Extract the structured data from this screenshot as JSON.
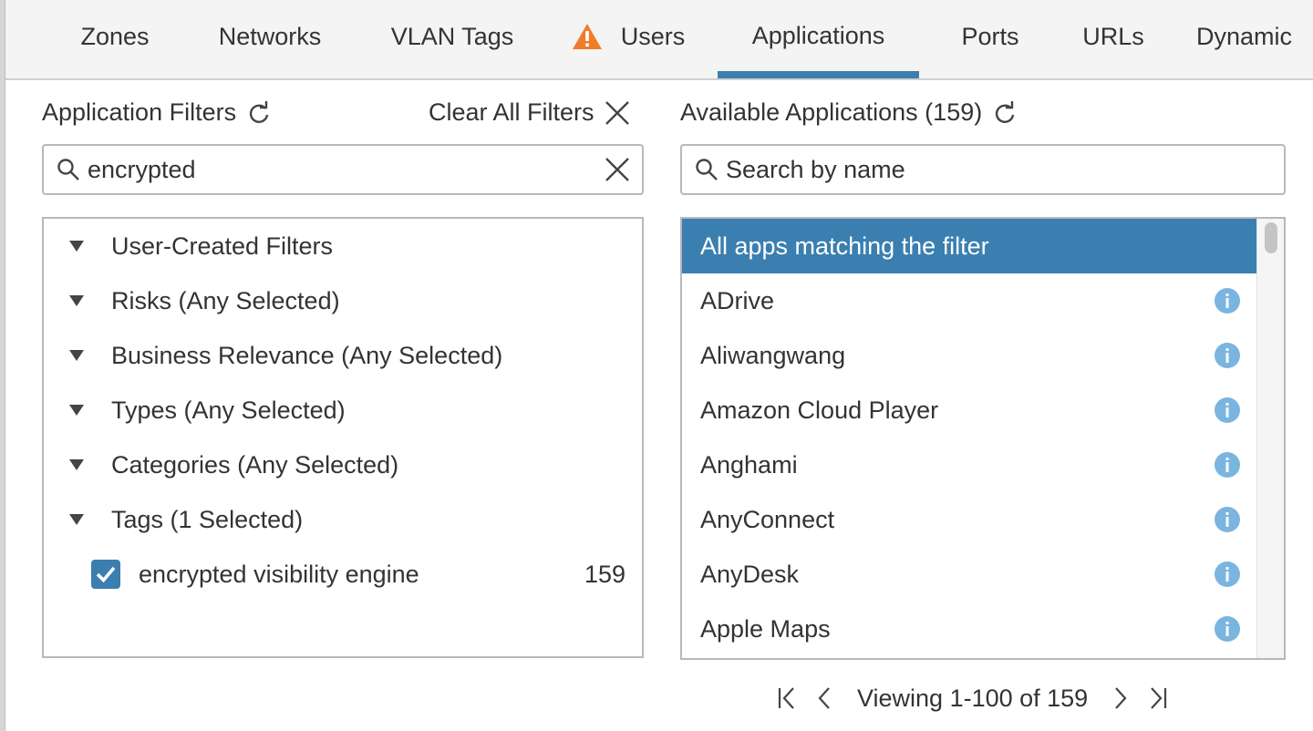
{
  "tabs": [
    {
      "label": "Zones"
    },
    {
      "label": "Networks"
    },
    {
      "label": "VLAN Tags"
    },
    {
      "label": "Users",
      "icon": "warning-icon"
    },
    {
      "label": "Applications",
      "active": true
    },
    {
      "label": "Ports"
    },
    {
      "label": "URLs"
    },
    {
      "label": "Dynamic"
    }
  ],
  "filters": {
    "title": "Application Filters",
    "clear_all_label": "Clear All Filters",
    "search_value": "encrypted",
    "tree": [
      {
        "label": "User-Created Filters"
      },
      {
        "label": "Risks (Any Selected)"
      },
      {
        "label": "Business Relevance (Any Selected)"
      },
      {
        "label": "Types (Any Selected)"
      },
      {
        "label": "Categories (Any Selected)"
      },
      {
        "label": "Tags (1 Selected)"
      }
    ],
    "tag": {
      "label": "encrypted visibility engine",
      "count": "159",
      "checked": true
    }
  },
  "apps": {
    "title": "Available Applications (159)",
    "search_placeholder": "Search by name",
    "items": [
      {
        "label": "All apps matching the filter",
        "selected": true
      },
      {
        "label": "ADrive"
      },
      {
        "label": "Aliwangwang"
      },
      {
        "label": "Amazon Cloud Player"
      },
      {
        "label": "Anghami"
      },
      {
        "label": "AnyConnect"
      },
      {
        "label": "AnyDesk"
      },
      {
        "label": "Apple Maps"
      }
    ],
    "pager_text": "Viewing 1-100 of 159"
  },
  "colors": {
    "accent": "#3a7fb0",
    "warning": "#f07c2a",
    "info": "#7ab5e0"
  }
}
